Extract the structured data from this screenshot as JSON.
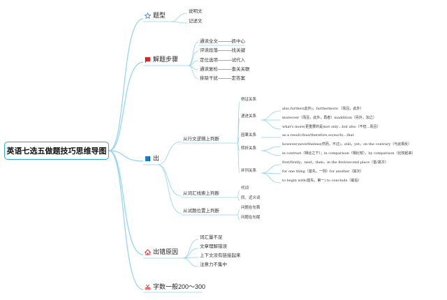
{
  "root": "英语七选五做题技巧思维导图",
  "branches": {
    "type": {
      "label": "题型",
      "icon": "star-icon",
      "items": [
        "说明文",
        "记述文"
      ]
    },
    "steps": {
      "label": "解题步骤",
      "icon": "flag-icon",
      "items": [
        "通读全文———抓中心",
        "评读段落———找关键",
        "定位选项———试代入",
        "通读复检———查关关联",
        "排除干扰———定答案"
      ]
    },
    "method": {
      "label": "出",
      "icon": "book-icon",
      "logic": {
        "label": "从行文逻辑上判断",
        "cats": [
          {
            "label": "例证关系",
            "items": []
          },
          {
            "label": "递进关系",
            "items": [
              "also,further(此外)，furthermore （而且，此外）",
              "moreover（而且，此外，再者）inaddition（另外，加之）",
              "what's more(更重要的是)not only…but also（不但…而且）"
            ]
          },
          {
            "label": "因果关系",
            "items": [
              "as a result,thus/therefore,so(such)…that"
            ]
          },
          {
            "label": "转折关系",
            "items": [
              "however,nevertheless(然而，不过)，still，yet，on the contrary（与此相反）",
              "in contrast（相比之下）；in comparison（相比较），by comparison（比较起来）"
            ]
          },
          {
            "label": "并列关系",
            "items": [
              "first/firstly，next，then，in the first/second place（首/其次）",
              "for one thing（首先，一则）for another（其次）",
              "to begin with(首先，第一) to conclude（最后）"
            ]
          }
        ]
      },
      "vocab": {
        "label": "从词汇线索上判断",
        "items": [
          "代词",
          "同、近义词"
        ]
      },
      "position": {
        "label": "从试题位置上判断",
        "items": [
          "问题在句首",
          "问题在句尾"
        ]
      }
    },
    "errors": {
      "label": "出错原因",
      "icon": "house-icon",
      "items": [
        "词汇量不足",
        "文章理解错误",
        "上下文没有链接起来",
        "注意力不集中"
      ]
    },
    "words": {
      "label": "字数一般200〜300",
      "icon": "scissors-icon"
    }
  },
  "colors": {
    "accent": "#2aa9d8",
    "line": "#8fd3ee",
    "star": "#2e7fd6",
    "flag": "#d22a2a",
    "book": "#1a7fc0",
    "house": "#d22a2a",
    "scissors": "#d22a2a"
  }
}
